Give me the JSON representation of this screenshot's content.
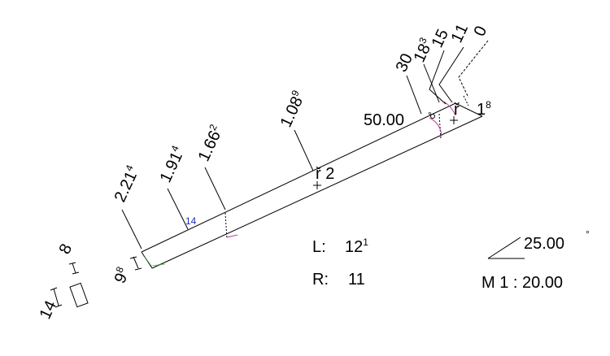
{
  "colors": {
    "line": "#000000",
    "dim_blue": "#1f2fbf",
    "accent_magenta": "#c040a0",
    "accent_green": "#2aa02a"
  },
  "labels": {
    "dim_0": "0",
    "dim_1_main": "1",
    "dim_1_sup": "1",
    "dim_15": "15",
    "dim_18_main": "18",
    "dim_18_sup": "3",
    "dim_30": "30",
    "dim_108_main": "1.08",
    "dim_108_sup": "9",
    "dim_166_main": "1.66",
    "dim_166_sup": "2",
    "dim_191_main": "1.91",
    "dim_191_sup": "4",
    "dim_221_main": "2.21",
    "dim_221_sup": "4",
    "dim_14_blue": "14",
    "point_r2": "ř 2",
    "point_r": "ř",
    "end_1_main": "1",
    "end_1_sup": "8",
    "angle_50": "50.00",
    "degree": "°",
    "left_9_main": "9",
    "left_9_sup": "8",
    "left_8": "8",
    "left_14": "14",
    "length_label": "L:",
    "length_value_main": "12",
    "length_value_sup": "1",
    "right_label": "R:",
    "right_value": "11",
    "slope_angle": "25.00",
    "slope_degree": "°",
    "scale": "M 1 : 20.00"
  }
}
